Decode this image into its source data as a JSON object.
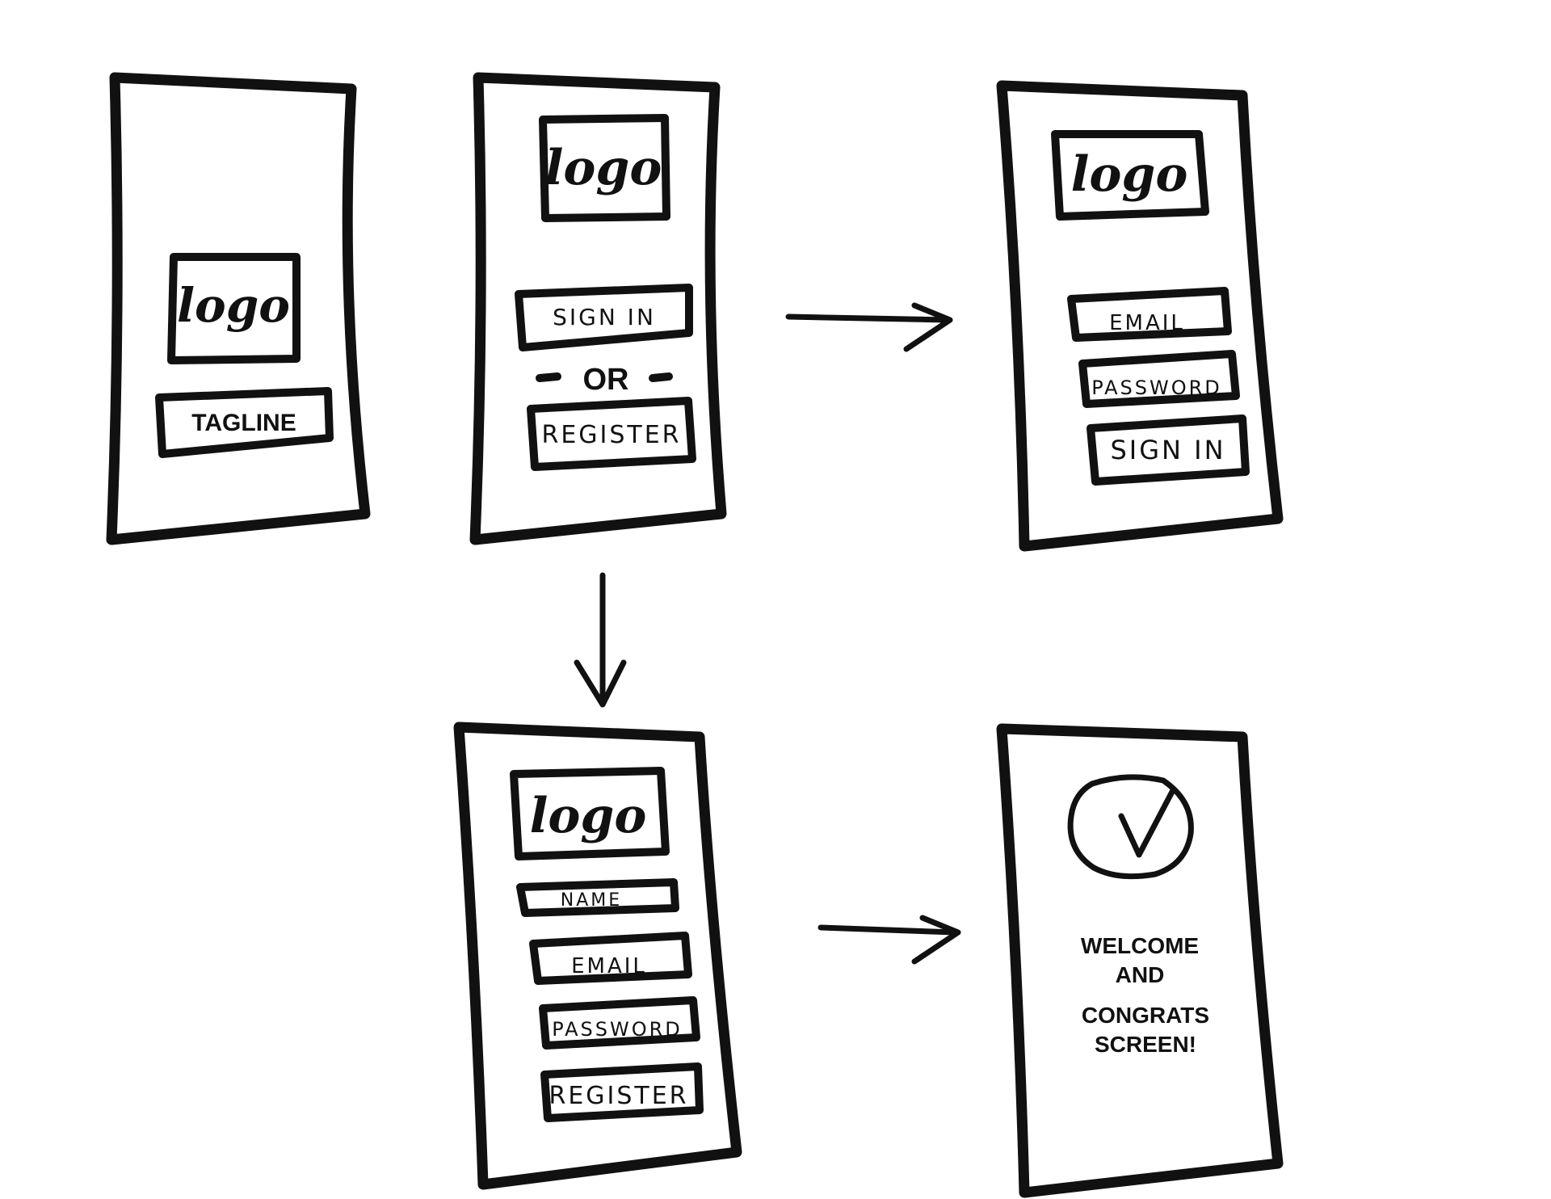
{
  "splash": {
    "logo": "logo",
    "tagline": "TAGLINE"
  },
  "choice": {
    "logo": "logo",
    "sign_in": "SIGN IN",
    "or": "OR",
    "register": "REGISTER"
  },
  "signin": {
    "logo": "logo",
    "email": "EMAIL",
    "password": "PASSWORD",
    "sign_in": "SIGN IN"
  },
  "register": {
    "logo": "logo",
    "name": "NAME",
    "email": "EMAIL",
    "password": "PASSWORD",
    "register": "REGISTER"
  },
  "welcome": {
    "check_icon": "checkmark-icon",
    "line1": "WELCOME",
    "line2": "AND",
    "line3": "CONGRATS",
    "line4": "SCREEN!"
  },
  "colors": {
    "ink": "#111111",
    "paper": "#ffffff"
  }
}
